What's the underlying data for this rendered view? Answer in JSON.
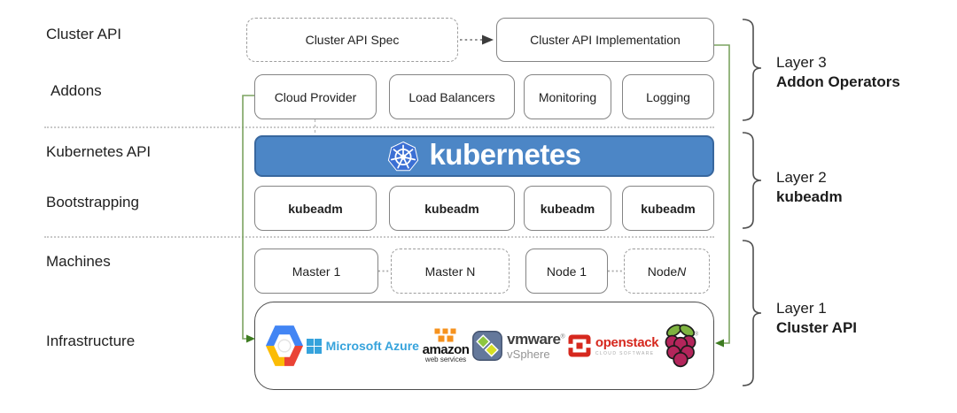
{
  "row_labels": {
    "cluster_api": "Cluster API",
    "addons": "Addons",
    "kubernetes_api": "Kubernetes API",
    "bootstrapping": "Bootstrapping",
    "machines": "Machines",
    "infrastructure": "Infrastructure"
  },
  "cluster_api_row": {
    "spec_label": "Cluster API Spec",
    "implementation_label": "Cluster API Implementation"
  },
  "addons_row": {
    "items": [
      {
        "label": "Cloud Provider"
      },
      {
        "label": "Load Balancers"
      },
      {
        "label": "Monitoring"
      },
      {
        "label": "Logging"
      }
    ]
  },
  "kubernetes_banner": {
    "brand_text": "kubernetes",
    "logo": "kubernetes-wheel-icon"
  },
  "bootstrapping_row": {
    "items": [
      {
        "label": "kubeadm"
      },
      {
        "label": "kubeadm"
      },
      {
        "label": "kubeadm"
      },
      {
        "label": "kubeadm"
      }
    ]
  },
  "machines_row": {
    "items": [
      {
        "label": "Master 1",
        "border": "solid"
      },
      {
        "label": "Master N",
        "border": "dashed"
      },
      {
        "label": "Node 1",
        "border": "solid"
      },
      {
        "label": "Node ",
        "label_italic": "N",
        "border": "dashed"
      }
    ]
  },
  "infrastructure_row": {
    "logos": [
      {
        "name": "google-cloud-icon",
        "text": ""
      },
      {
        "name": "microsoft-azure-logo",
        "text": "Microsoft Azure"
      },
      {
        "name": "aws-logo",
        "text": "amazon",
        "subtext": "web services"
      },
      {
        "name": "vmware-vsphere-logo",
        "text": "vmware",
        "reg": "®",
        "subtext": "vSphere"
      },
      {
        "name": "openstack-logo",
        "text": "openstack",
        "subtext": "CLOUD SOFTWARE"
      },
      {
        "name": "raspberry-pi-icon",
        "text": ""
      }
    ]
  },
  "layers": [
    {
      "line1": "Layer 3",
      "line2": "Addon Operators"
    },
    {
      "line1": "Layer 2",
      "line2": "kubeadm"
    },
    {
      "line1": "Layer 1",
      "line2": "Cluster API"
    }
  ],
  "colors": {
    "banner_blue": "#4c86c6",
    "banner_border": "#38679e",
    "kubernetes_logo_blue": "#3b6fd4",
    "connector_green": "#7ca361",
    "arrow_green": "#3e7c21",
    "azure_blue": "#36a3dc",
    "aws_orange": "#f6921e",
    "openstack_red": "#d6281e",
    "raspberry_red": "#b3255b",
    "leaf_green": "#7eb340",
    "box_border_gray": "#848484"
  }
}
